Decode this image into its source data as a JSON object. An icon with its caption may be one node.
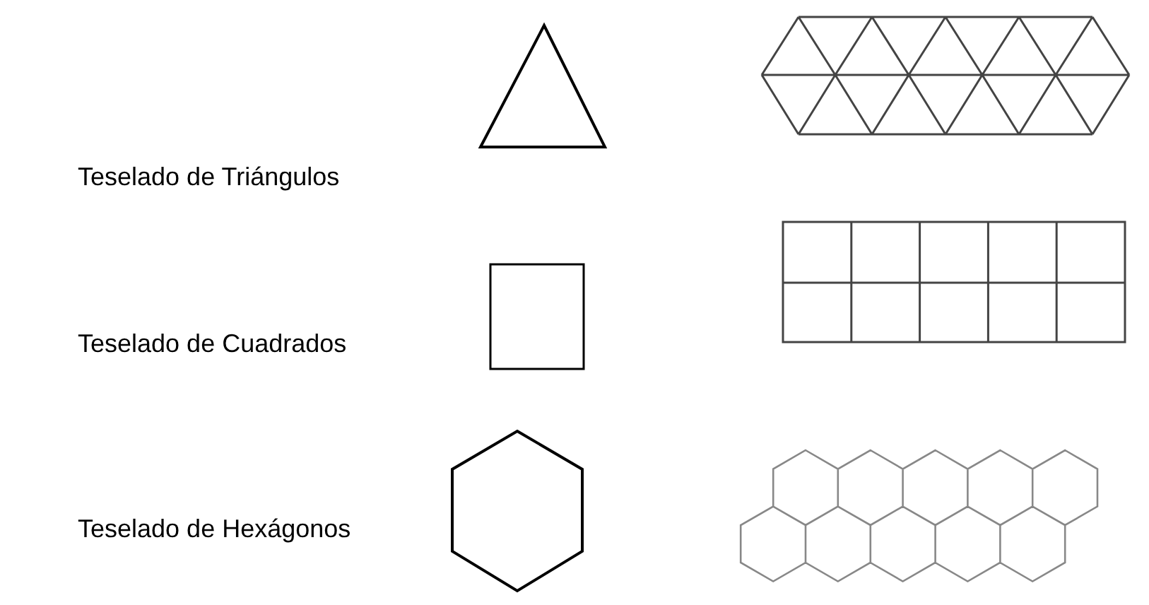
{
  "diagram": {
    "labels": [
      "Teselado de Triángulos",
      "Teselado de Cuadrados",
      "Teselado de Hexágonos"
    ]
  }
}
